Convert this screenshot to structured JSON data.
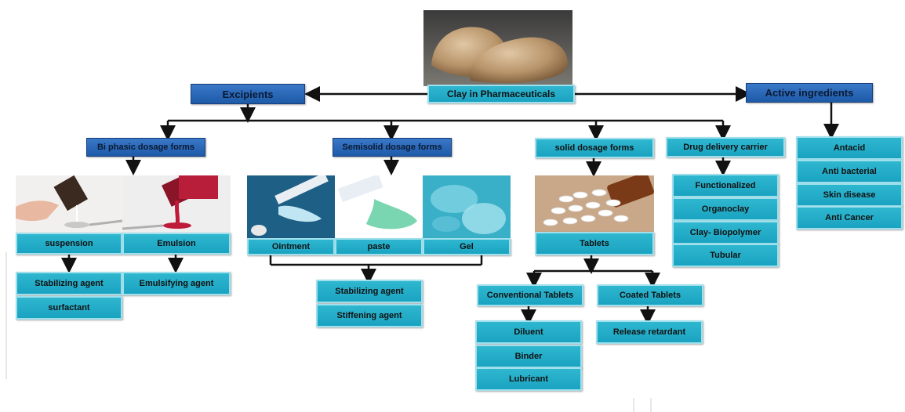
{
  "root": {
    "label": "Clay in Pharmaceuticals"
  },
  "excipients": {
    "label": "Excipients"
  },
  "active": {
    "label": "Active ingredients",
    "items": [
      "Antacid",
      "Anti bacterial",
      "Skin disease",
      "Anti Cancer"
    ]
  },
  "biphasic": {
    "label": "Bi phasic dosage forms",
    "suspension": "suspension",
    "emulsion": "Emulsion",
    "suspension_items": [
      "Stabilizing agent",
      "surfactant"
    ],
    "emulsion_items": [
      "Emulsifying agent"
    ]
  },
  "semisolid": {
    "label": "Semisolid dosage forms",
    "forms": [
      "Ointment",
      "paste",
      "Gel"
    ],
    "items": [
      "Stabilizing agent",
      "Stiffening agent"
    ]
  },
  "solid": {
    "label": "solid dosage forms",
    "tablets": "Tablets",
    "conventional": "Conventional Tablets",
    "coated": "Coated Tablets",
    "conventional_items": [
      "Diluent",
      "Binder",
      "Lubricant"
    ],
    "coated_items": [
      "Release retardant"
    ]
  },
  "drug_delivery": {
    "label": "Drug delivery carrier",
    "items": [
      "Functionalized",
      "Organoclay",
      "Clay- Biopolymer",
      "Tubular"
    ]
  },
  "colors": {
    "teal": "#1aa3c1",
    "blue": "#1d5aa8"
  }
}
